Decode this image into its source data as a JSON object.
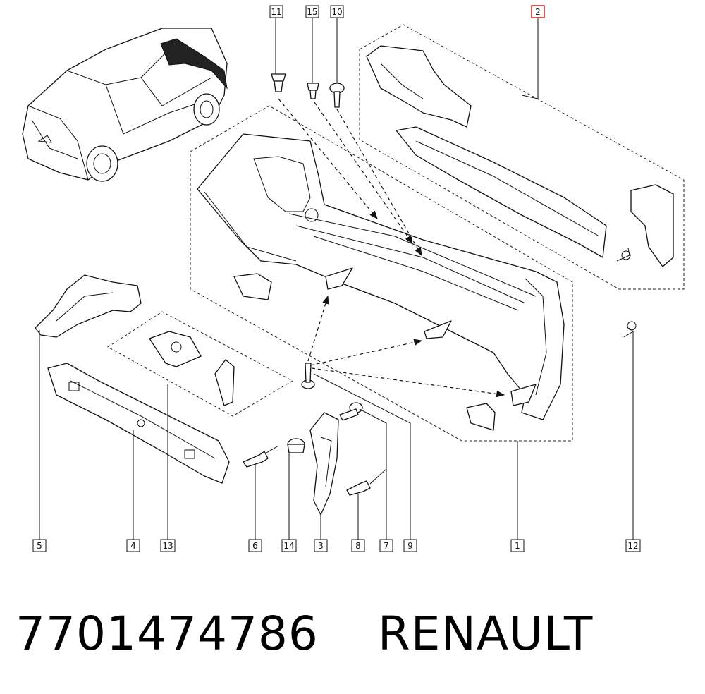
{
  "footer": {
    "part_number": "7701474786",
    "brand": "RENAULT"
  },
  "callouts": {
    "c1": "1",
    "c2": "2",
    "c3": "3",
    "c4": "4",
    "c5": "5",
    "c6": "6",
    "c7": "7",
    "c8": "8",
    "c9": "9",
    "c10": "10",
    "c11": "11",
    "c12": "12",
    "c13": "13",
    "c14": "14",
    "c15": "15"
  },
  "highlighted_callout": "2",
  "colors": {
    "line": "#111111",
    "highlight": "#d62b2b",
    "background": "#ffffff"
  }
}
